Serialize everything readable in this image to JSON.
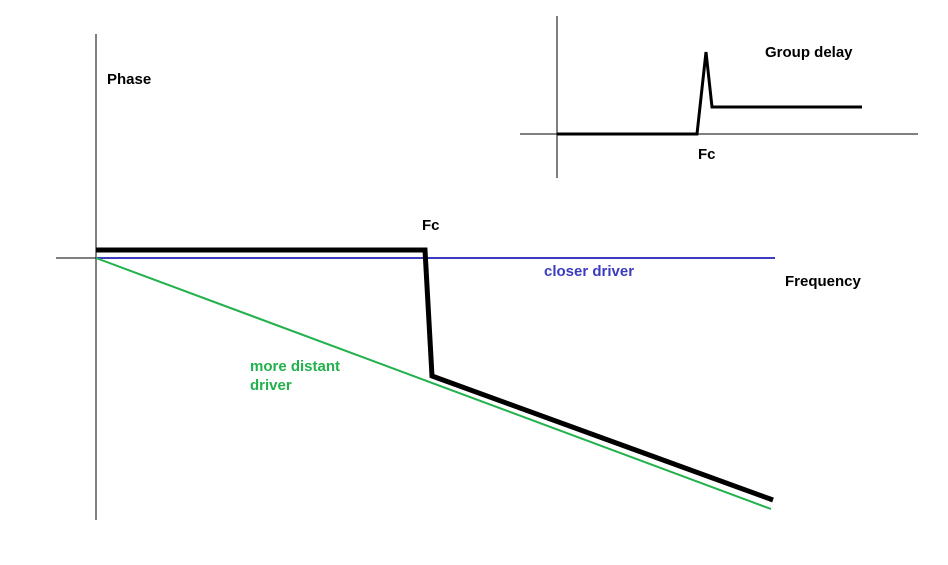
{
  "colors": {
    "background": "#ffffff",
    "axis": "#000000",
    "response": "#000000",
    "closer_driver": "#3c3cc0",
    "distant_driver": "#22b14c"
  },
  "main_plot": {
    "y_axis_label": "Phase",
    "x_axis_label": "Frequency",
    "crossover_label": "Fc",
    "closer_driver_label": "closer driver",
    "distant_driver_label_line1": "more distant",
    "distant_driver_label_line2": "driver"
  },
  "inset_plot": {
    "title": "Group delay",
    "crossover_label": "Fc"
  }
}
